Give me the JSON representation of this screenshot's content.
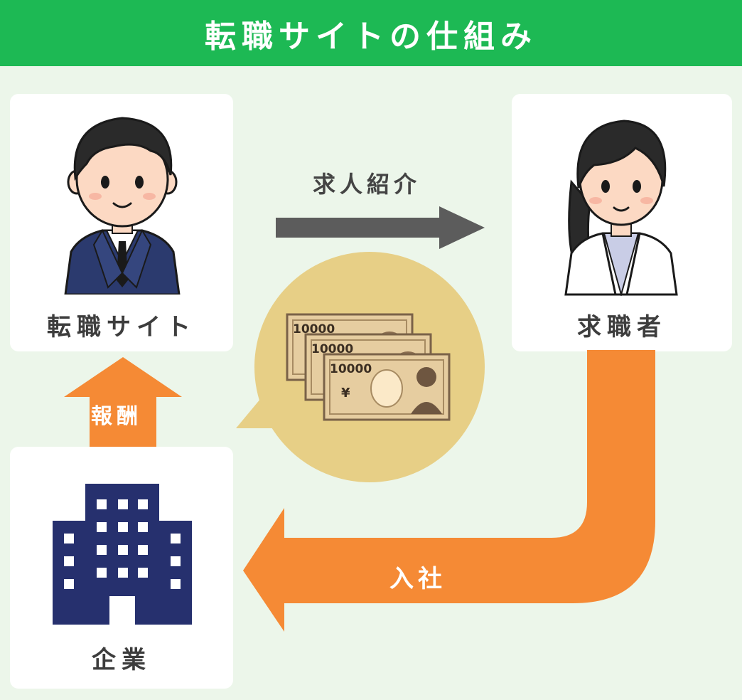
{
  "header": {
    "title": "転職サイトの仕組み"
  },
  "nodes": {
    "site": {
      "label": "転職サイト"
    },
    "seeker": {
      "label": "求職者"
    },
    "company": {
      "label": "企業"
    }
  },
  "flows": {
    "introduction": {
      "label": "求人紹介"
    },
    "reward": {
      "label": "報酬"
    },
    "hiring": {
      "label": "入社"
    }
  },
  "money": {
    "note_value": "10000",
    "yen_symbol": "¥"
  },
  "colors": {
    "header": "#1db954",
    "background": "#ecf6ea",
    "orange_arrow": "#f58a35",
    "gray_arrow": "#5c5c5c",
    "navy": "#26306e",
    "money_circle": "#e7cf86"
  }
}
